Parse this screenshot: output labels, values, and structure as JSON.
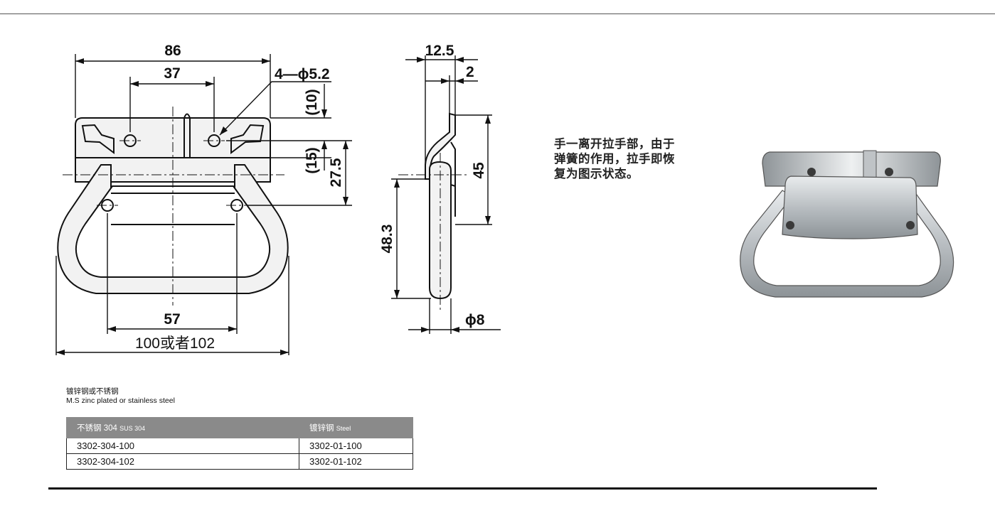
{
  "front_view": {
    "dims": {
      "overall_top": "86",
      "hole_spacing_top": "37",
      "holes": "4—ϕ5.2",
      "d10": "(10)",
      "d15": "(15)",
      "d27_5": "27.5",
      "hole_spacing_bottom": "57",
      "overall_bottom": "100或者102"
    }
  },
  "side_view": {
    "dims": {
      "depth": "12.5",
      "thickness": "2",
      "height_45": "45",
      "height_48_3": "48.3",
      "rod_dia": "ϕ8"
    }
  },
  "note_lines": [
    "手一离开拉手部，由于",
    "弹簧的作用，拉手即恢",
    "复为图示状态。"
  ],
  "material": {
    "cn": "镀锌钢或不锈钢",
    "en": "M.S zinc plated or stainless steel"
  },
  "table": {
    "headers": [
      {
        "cn": "不锈钢 304",
        "en": "SUS 304"
      },
      {
        "cn": "镀锌钢",
        "en": "Steel"
      }
    ],
    "rows": [
      [
        "3302-304-100",
        "3302-01-100"
      ],
      [
        "3302-304-102",
        "3302-01-102"
      ]
    ]
  },
  "colors": {
    "header_bg": "#8a8a8a",
    "line": "#111111",
    "part_fill": "#f2f2f2",
    "metal": "#c9cdd0"
  }
}
